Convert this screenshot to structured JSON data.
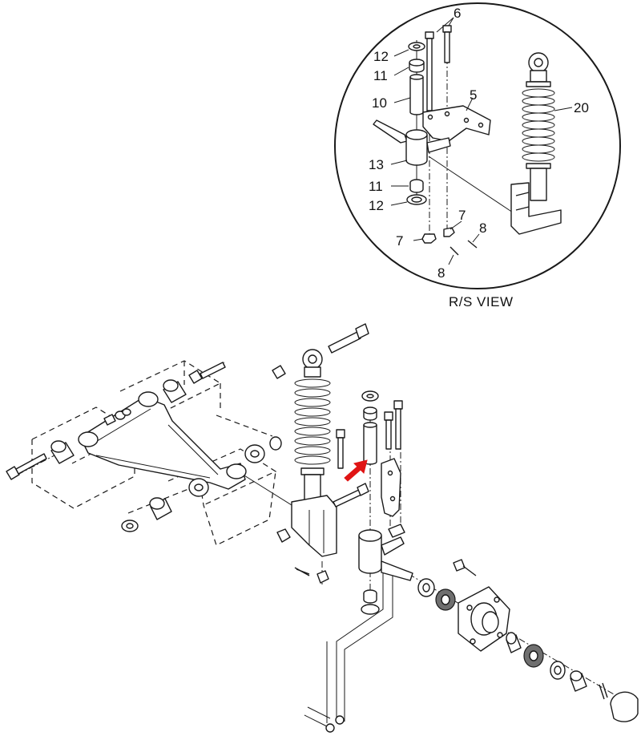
{
  "diagram": {
    "view_label": "R/S VIEW",
    "callouts": [
      {
        "id": "c6",
        "text": "6"
      },
      {
        "id": "c12a",
        "text": "12"
      },
      {
        "id": "c11a",
        "text": "11"
      },
      {
        "id": "c10",
        "text": "10"
      },
      {
        "id": "c5",
        "text": "5"
      },
      {
        "id": "c20",
        "text": "20"
      },
      {
        "id": "c13",
        "text": "13"
      },
      {
        "id": "c11b",
        "text": "11"
      },
      {
        "id": "c12b",
        "text": "12"
      },
      {
        "id": "c7a",
        "text": "7"
      },
      {
        "id": "c7b",
        "text": "7"
      },
      {
        "id": "c8a",
        "text": "8"
      },
      {
        "id": "c8b",
        "text": "8"
      }
    ],
    "colors": {
      "line": "#1a1a1a",
      "arrow": "#e01414",
      "background": "#ffffff"
    }
  }
}
